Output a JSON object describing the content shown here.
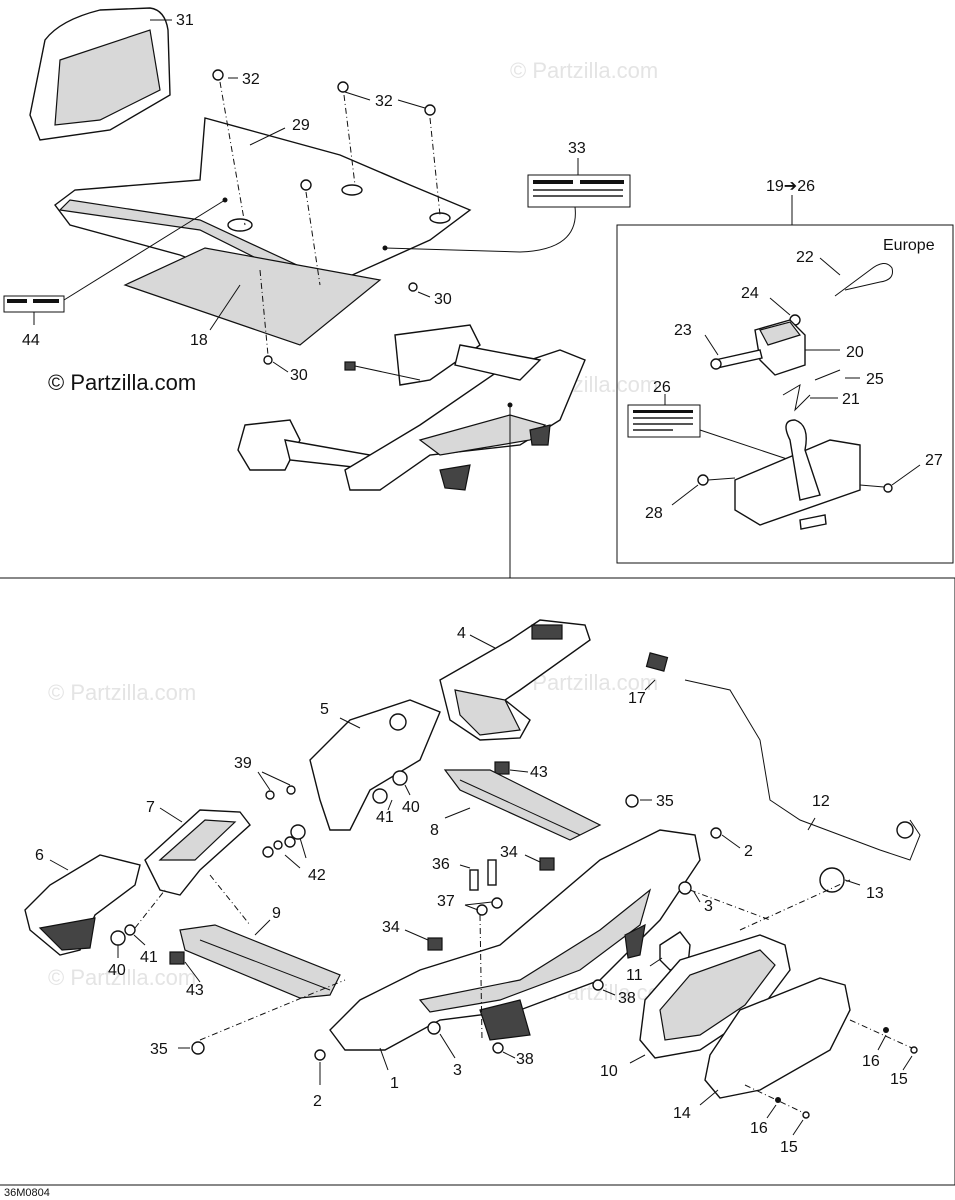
{
  "watermark": "© Partzilla.com",
  "diagram_code": "36M0804",
  "region_label": "Europe",
  "group_label": "19➔26",
  "callouts": {
    "c1": "1",
    "c2a": "2",
    "c2b": "2",
    "c3a": "3",
    "c3b": "3",
    "c4": "4",
    "c5": "5",
    "c6": "6",
    "c7": "7",
    "c8": "8",
    "c9": "9",
    "c10": "10",
    "c11": "11",
    "c12": "12",
    "c13": "13",
    "c14": "14",
    "c15a": "15",
    "c15b": "15",
    "c16a": "16",
    "c16b": "16",
    "c17": "17",
    "c18": "18",
    "c20": "20",
    "c21": "21",
    "c22": "22",
    "c23": "23",
    "c24": "24",
    "c25": "25",
    "c26": "26",
    "c27": "27",
    "c28": "28",
    "c29": "29",
    "c30a": "30",
    "c30b": "30",
    "c31": "31",
    "c32a": "32",
    "c32b": "32",
    "c33": "33",
    "c34a": "34",
    "c34b": "34",
    "c35a": "35",
    "c35b": "35",
    "c36": "36",
    "c37": "37",
    "c38a": "38",
    "c38b": "38",
    "c39": "39",
    "c40a": "40",
    "c40b": "40",
    "c41a": "41",
    "c41b": "41",
    "c42": "42",
    "c43a": "43",
    "c43b": "43",
    "c44": "44"
  }
}
